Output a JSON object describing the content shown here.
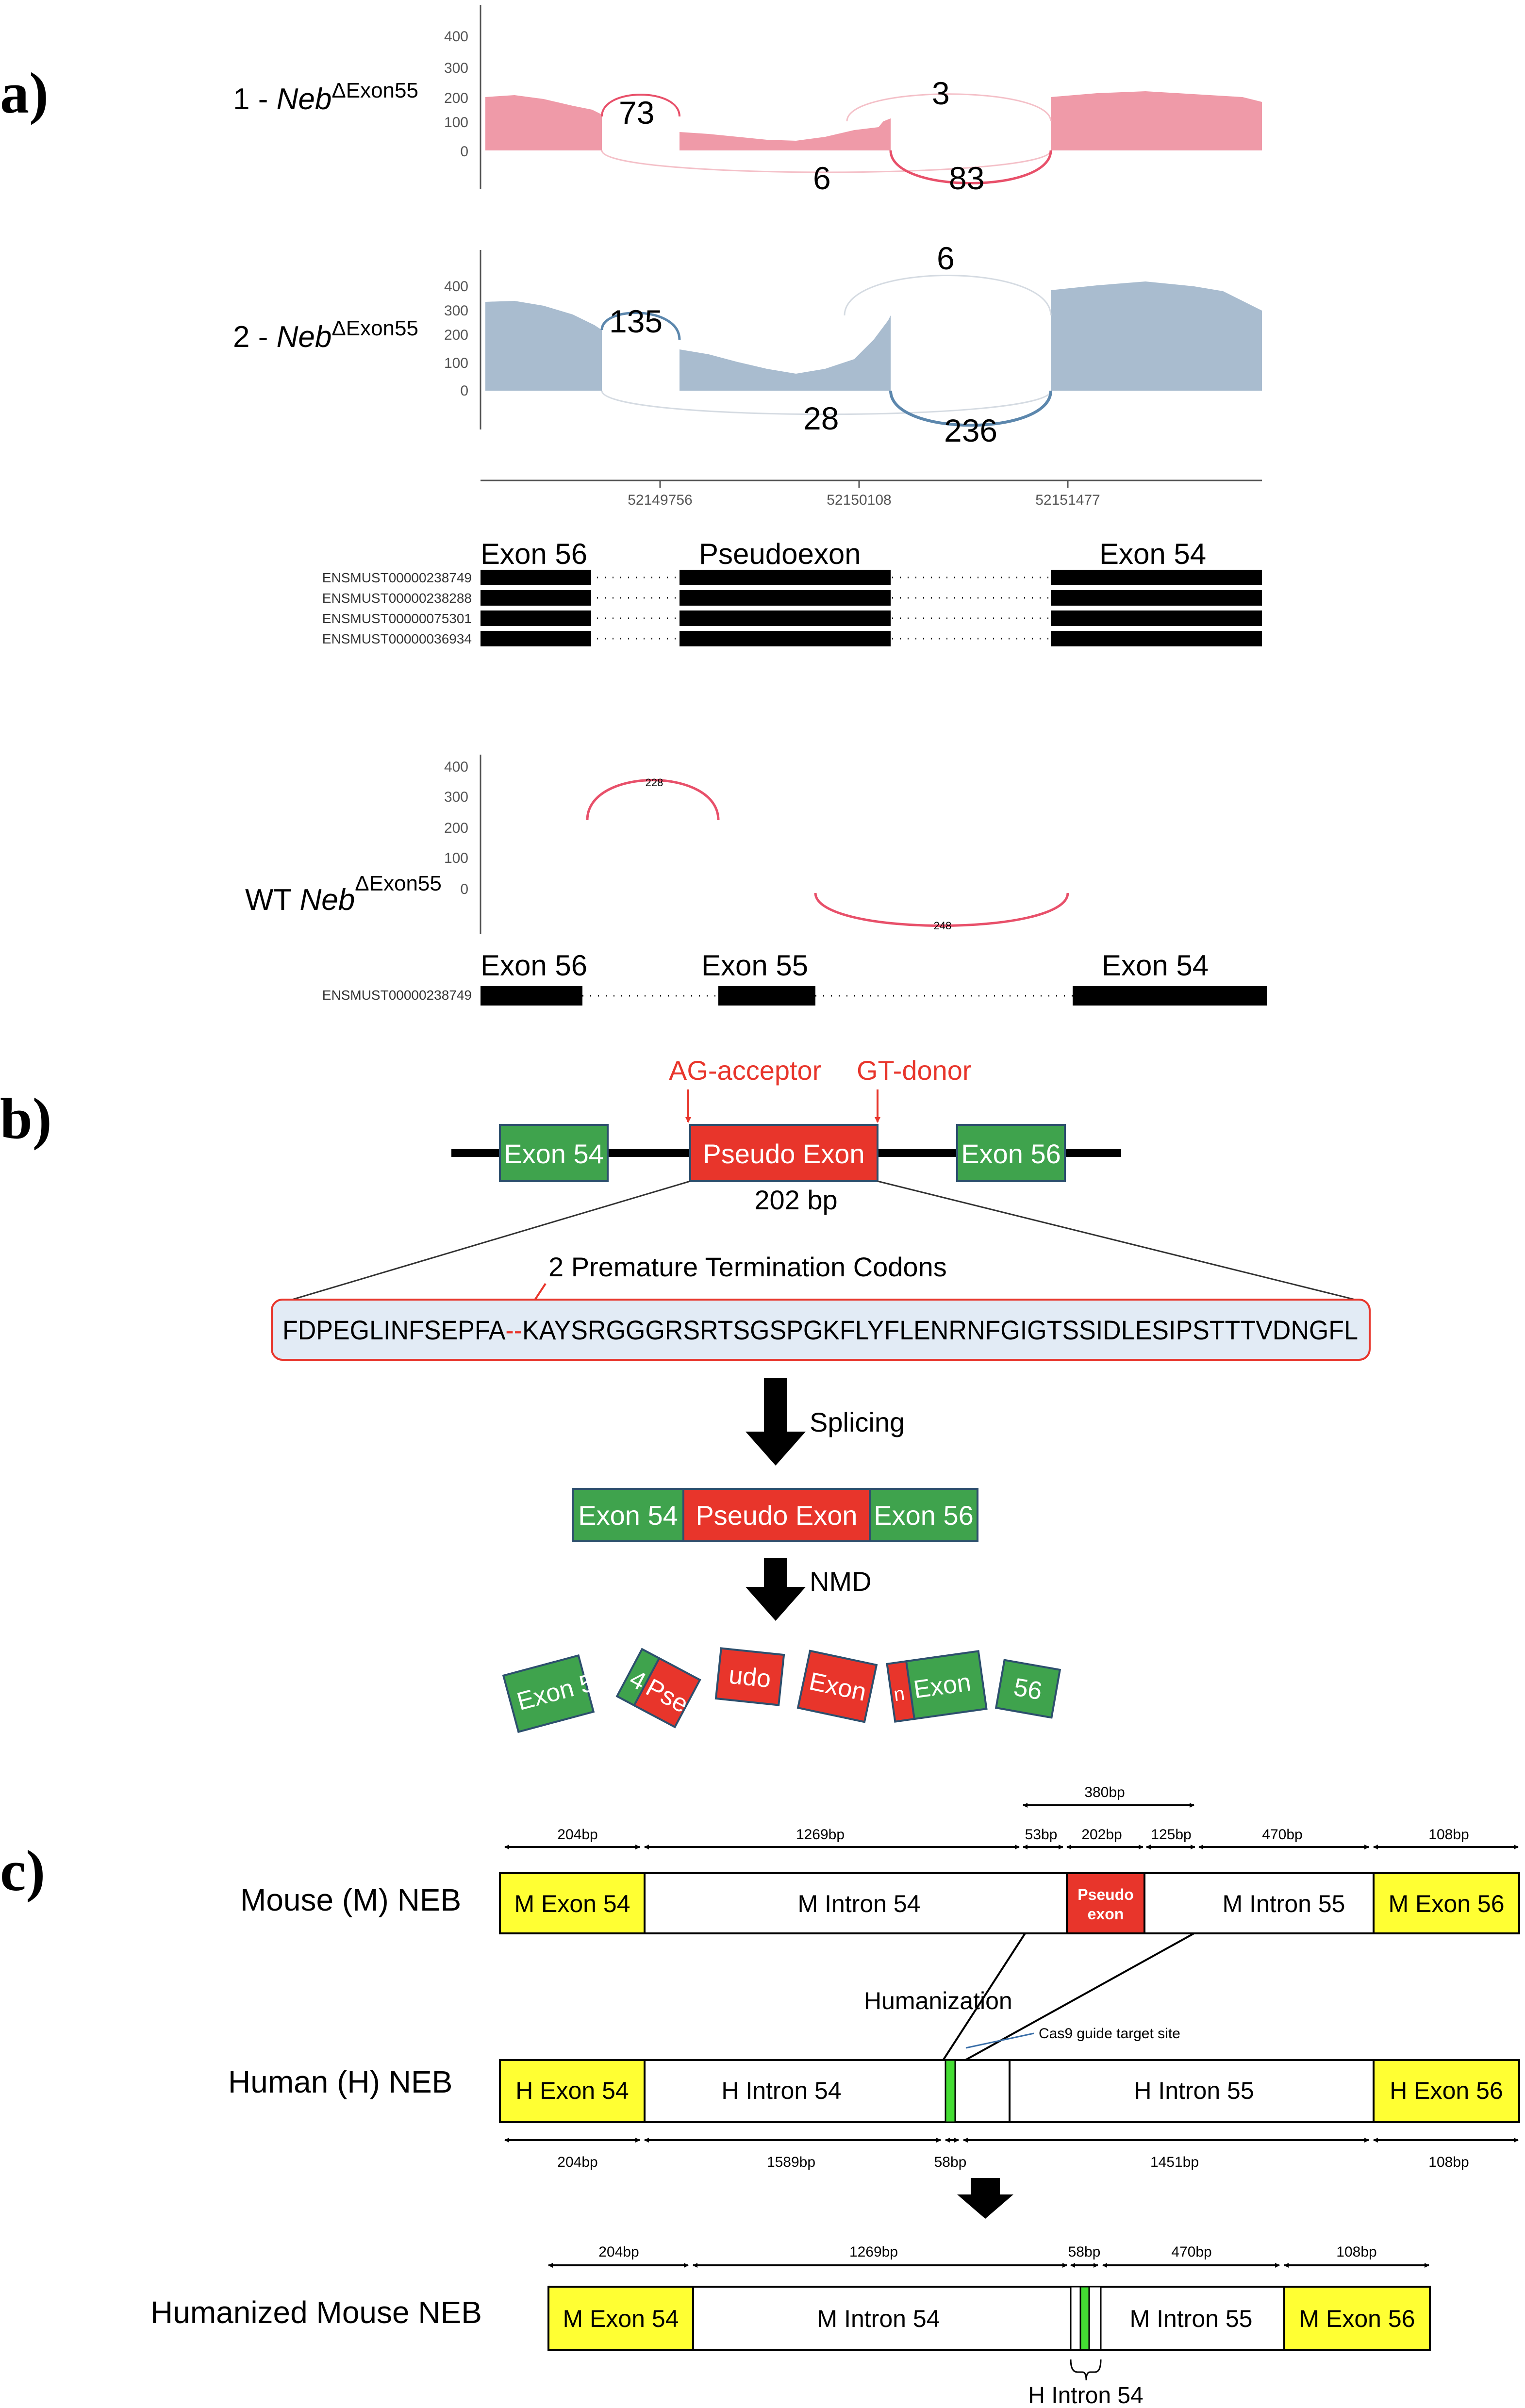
{
  "panels": {
    "a": "a)",
    "b": "b)",
    "c": "c)"
  },
  "section_a": {
    "sashimi_1": {
      "label_prefix": "1 - ",
      "label_gene": "Neb",
      "label_sup": "ΔExon55",
      "y_ticks": [
        "400",
        "300",
        "200",
        "100",
        "0"
      ],
      "junctions": {
        "exon56_pseudo": "73",
        "exon56_exon54": "3",
        "skip_low": "6",
        "pseudo_exon54": "83"
      },
      "color": "#ef9aa8",
      "arc_color": "#e8506a"
    },
    "sashimi_2": {
      "label_prefix": "2 - ",
      "label_gene": "Neb",
      "label_sup": "ΔExon55",
      "y_ticks": [
        "400",
        "300",
        "200",
        "100",
        "0"
      ],
      "junctions": {
        "exon56_pseudo": "135",
        "exon56_exon54": "6",
        "skip_low": "28",
        "pseudo_exon54": "236"
      },
      "color": "#a9bccf",
      "arc_color": "#5c87ad"
    },
    "x_axis_ticks": [
      "52149756",
      "52150108",
      "52151477"
    ],
    "track_labels": {
      "exon56": "Exon 56",
      "pseudo": "Pseudoexon",
      "exon54": "Exon 54"
    },
    "transcripts": [
      "ENSMUST00000238749",
      "ENSMUST00000238288",
      "ENSMUST00000075301",
      "ENSMUST00000036934"
    ],
    "wt": {
      "label_prefix": "WT ",
      "label_gene": "Neb",
      "label_sup": "ΔExon55",
      "y_ticks": [
        "400",
        "300",
        "200",
        "100",
        "0"
      ],
      "junction_top": "228",
      "junction_bottom": "248",
      "arc_color": "#e8506a",
      "track_labels": {
        "exon56": "Exon 56",
        "exon55": "Exon 55",
        "exon54": "Exon 54"
      },
      "transcript": "ENSMUST00000238749"
    }
  },
  "section_b": {
    "acceptor": "AG-acceptor",
    "donor": "GT-donor",
    "exon54": "Exon 54",
    "pseudo": "Pseudo Exon",
    "exon56": "Exon 56",
    "size": "202 bp",
    "ptc_title": "2 Premature Termination Codons",
    "seq_left": "FDPEGLINFSEPFA",
    "seq_dash": "--",
    "seq_right": "KAYSRGGGRSRTSGSPGKFLYFLENRNFGIGTSSIDLESIPSTTTVDNGFL",
    "step1": "Splicing",
    "step2": "NMD",
    "fragments": [
      "Exon 5",
      "4",
      "Pse",
      "udo",
      "Exon",
      "n",
      "Exon",
      "56"
    ],
    "colors": {
      "green": "#3fa34d",
      "red": "#e8352b",
      "seq_bg": "#e2ebf5"
    }
  },
  "section_c": {
    "mouse_label": "Mouse (M) NEB",
    "human_label": "Human (H) NEB",
    "humanized_label": "Humanized Mouse NEB",
    "humanization": "Humanization",
    "cas9": "Cas9 guide target site",
    "mouse": {
      "exon54": "M Exon 54",
      "intron54": "M Intron 54",
      "pseudo1": "Pseudo",
      "pseudo2": "exon",
      "intron55": "M Intron 55",
      "exon56": "M Exon 56",
      "sizes": [
        "204bp",
        "1269bp",
        "53bp",
        "380bp",
        "202bp",
        "125bp",
        "470bp",
        "108bp"
      ]
    },
    "human": {
      "exon54": "H Exon 54",
      "intron54": "H Intron 54",
      "intron55": "H Intron 55",
      "exon56": "H Exon 56",
      "sizes": [
        "204bp",
        "1589bp",
        "58bp",
        "1451bp",
        "108bp"
      ]
    },
    "humanized": {
      "exon54": "M Exon 54",
      "intron54": "M Intron 54",
      "intron55": "M Intron 55",
      "exon56": "M Exon 56",
      "sizes": [
        "204bp",
        "1269bp",
        "58bp",
        "470bp",
        "108bp"
      ],
      "bracket_label": "H Intron 54"
    },
    "colors": {
      "exon": "#ffff33",
      "pseudo": "#e8352b",
      "green": "#44dd33"
    }
  }
}
